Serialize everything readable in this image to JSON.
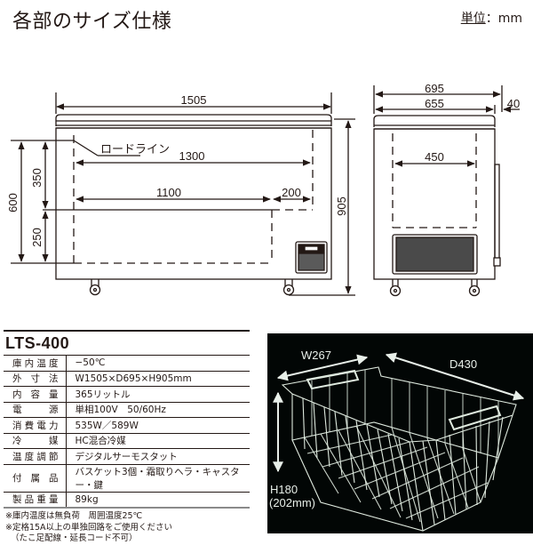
{
  "header": {
    "title": "各部のサイズ仕様",
    "unit_label": "単位",
    "unit_sep": "：",
    "unit_value": "mm"
  },
  "front_view": {
    "width_overall": "1505",
    "inner_width": "1300",
    "basket_span": "1100",
    "step_width": "200",
    "load_line_label": "ロードライン",
    "load_height": "600",
    "upper_depth": "350",
    "lower_depth": "250",
    "height_overall": "905"
  },
  "side_view": {
    "depth_overall": "695",
    "body_depth": "655",
    "handle_projection": "40",
    "inner_depth": "450"
  },
  "specs": {
    "model": "LTS-400",
    "rows": [
      {
        "label": "庫内温度",
        "value": "−50℃"
      },
      {
        "label": "外寸法",
        "value": "W1505×D695×H905mm"
      },
      {
        "label": "内容量",
        "value": "365リットル"
      },
      {
        "label": "電源",
        "value": "単相100V　50/60Hz"
      },
      {
        "label": "消費電力",
        "value": "535W／589W"
      },
      {
        "label": "冷媒",
        "value": "HC混合冷媒"
      },
      {
        "label": "温度調節",
        "value": "デジタルサーモスタット"
      },
      {
        "label": "付属品",
        "value": "バスケット3個・霜取りヘラ・キャスター・鍵"
      },
      {
        "label": "製品重量",
        "value": "89kg"
      }
    ],
    "notes": [
      "※庫内温度は無負荷　周囲温度25℃",
      "※定格15A以上の単独回路をご使用ください",
      "（たこ足配線・延長コード不可）"
    ]
  },
  "basket": {
    "width_label": "W267",
    "depth_label": "D430",
    "height_label": "H180",
    "height_alt_label": "(202mm)",
    "background": "#020605",
    "wire_color": "#e4eee6"
  }
}
